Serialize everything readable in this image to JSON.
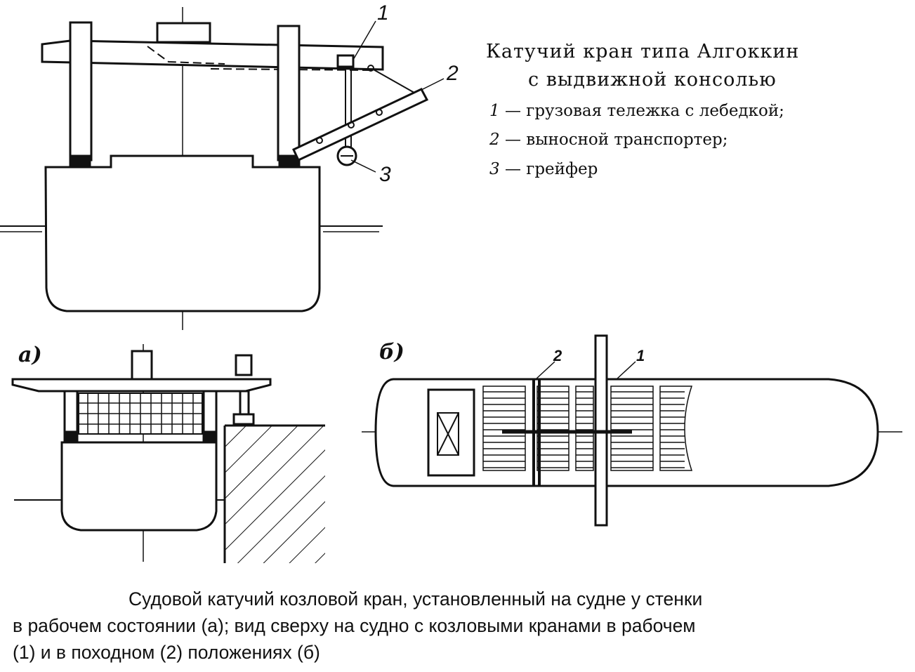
{
  "title": {
    "line1": "Катучий кран типа Алгоккин",
    "line2": "с выдвижной консолью"
  },
  "legend": [
    {
      "num": "1",
      "text": "— грузовая тележка с лебедкой;"
    },
    {
      "num": "2",
      "text": "— выносной транспортер;"
    },
    {
      "num": "3",
      "text": "— грейфер"
    }
  ],
  "callouts": {
    "top_1": "1",
    "top_2": "2",
    "top_3": "3",
    "view_a": "а)",
    "view_b": "б)",
    "plan_1": "1",
    "plan_2": "2"
  },
  "caption": {
    "line1": "Судовой катучий козловой кран, установленный на судне у стенки",
    "line2": "в рабочем состоянии (а); вид сверху на судно с козловыми кранами в рабочем",
    "line3": "(1) и в походном (2) положениях (б)"
  }
}
